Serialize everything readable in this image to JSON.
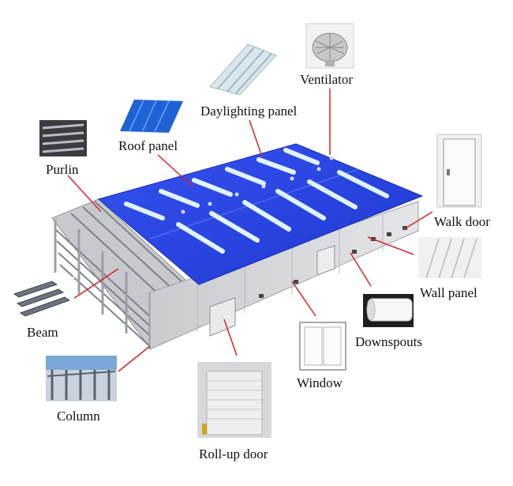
{
  "labels": {
    "ventilator": "Ventilator",
    "daylighting_panel": "Daylighting panel",
    "roof_panel": "Roof panel",
    "purlin": "Purlin",
    "walk_door": "Walk door",
    "wall_panel": "Wall panel",
    "downspouts": "Downspouts",
    "window": "Window",
    "beam": "Beam",
    "column": "Column",
    "rollup_door": "Roll-up door"
  },
  "colors": {
    "roof": "#2e4ee8",
    "roof_dark": "#1f36c8",
    "skylight": "#dff3ff",
    "wall": "#d9dadd",
    "leader": "#d8232a",
    "steel": "#8d929a"
  }
}
